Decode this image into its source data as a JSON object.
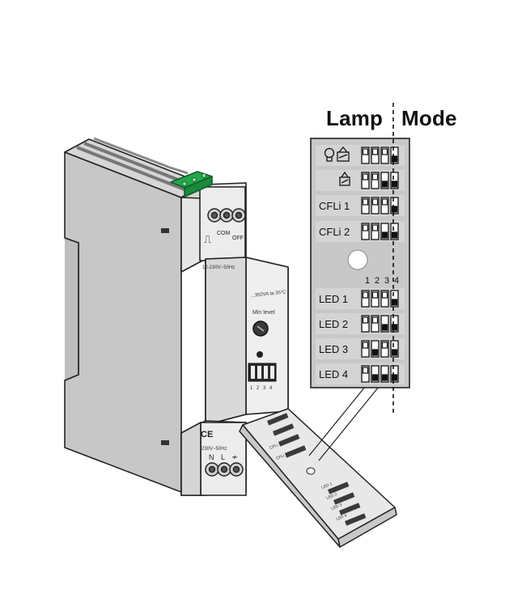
{
  "header": {
    "lamp": "Lamp",
    "mode": "Mode"
  },
  "panel": {
    "columns": [
      "1",
      "2",
      "3",
      "4"
    ],
    "rows": [
      {
        "label": "",
        "icon": "bulb-transformer-icon",
        "switches": [
          0,
          0,
          0,
          1
        ]
      },
      {
        "label": "",
        "icon": "transformer-icon",
        "switches": [
          0,
          0,
          1,
          1
        ]
      },
      {
        "label": "CFLi 1",
        "icon": "",
        "switches": [
          0,
          0,
          0,
          1
        ]
      },
      {
        "label": "CFLi 2",
        "icon": "",
        "switches": [
          0,
          0,
          1,
          1
        ]
      },
      {
        "label": "LED 1",
        "icon": "",
        "switches": [
          0,
          0,
          0,
          1
        ]
      },
      {
        "label": "LED 2",
        "icon": "",
        "switches": [
          0,
          0,
          1,
          1
        ]
      },
      {
        "label": "LED 3",
        "icon": "",
        "switches": [
          0,
          1,
          0,
          1
        ]
      },
      {
        "label": "LED 4",
        "icon": "",
        "switches": [
          0,
          1,
          1,
          1
        ]
      }
    ]
  },
  "device": {
    "top_terminals": {
      "left_symbol": "⎍",
      "com": "COM",
      "off": "OFF"
    },
    "top_rating": "12-230V~50Hz",
    "front_rating": "...350VA ta 35°C",
    "min_level": "Min level",
    "dip_numbers": [
      "1",
      "2",
      "3",
      "4"
    ],
    "bottom_rating": "230V~50Hz",
    "bottom_terminals": [
      "N",
      "L",
      "≁"
    ],
    "ce_mark": "CE"
  },
  "flap": {
    "labels": [
      "CFLi 1",
      "CFLi 2",
      "LED 1",
      "LED 2",
      "LED 3",
      "LED 4"
    ]
  }
}
